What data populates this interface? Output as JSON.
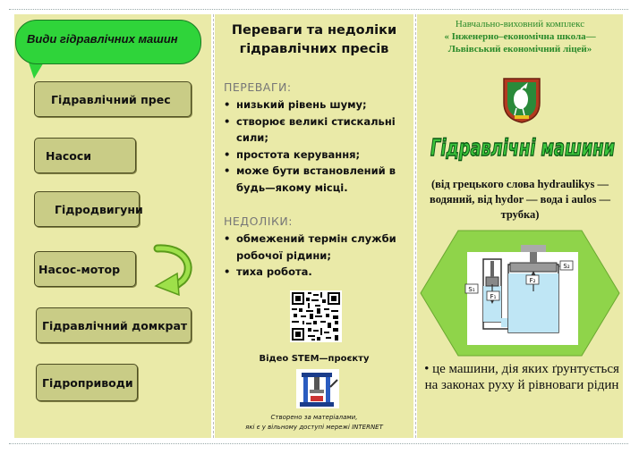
{
  "col1": {
    "bubble_title": "Види гідравлічних машин",
    "items": [
      "Гідравлічний  прес",
      "Насоси",
      "Гідродвигуни",
      "Насос-мотор",
      "Гідравлічний  домкрат",
      "Гідроприводи"
    ]
  },
  "col2": {
    "title": "Переваги та недоліки гідравлічних пресів",
    "adv_heading": "ПЕРЕВАГИ:",
    "advantages": [
      "низький рівень шуму;",
      "створює великі стискальні сили;",
      "простота керування;",
      "може бути встановлений в будь—якому місці."
    ],
    "dis_heading": "НЕДОЛІКИ:",
    "disadvantages": [
      "обмежений термін служби робочої рідини;",
      "тиха робота."
    ],
    "video_label": "Відео STEM—проєкту",
    "credits_line1": "Створено за матеріалами,",
    "credits_line2": "які є у вільному доступі мережі INTERNET"
  },
  "col3": {
    "institution_line1": "Навчально-виховний комплекс",
    "institution_line2": "« Інженерно–економічна школа—",
    "institution_line3": "Львівський економічний ліцей»",
    "big_title": "Гідравлічні машини",
    "etymology": "(від грецького слова hydraulikys — водяний, від hydor — вода і aulos — трубка)",
    "diagram_labels": {
      "s1": "S₁",
      "s2": "S₂",
      "f1": "F₁",
      "f2": "F₂"
    },
    "definition": "• це машини, дія яких ґрунтується на законах руху й рівноваги рідин"
  },
  "colors": {
    "panel": "#eaeaa8",
    "box": "#c9cc86",
    "bubble": "#2fd43a",
    "hex": "#8fd44a",
    "title_green": "#3cc43c"
  }
}
